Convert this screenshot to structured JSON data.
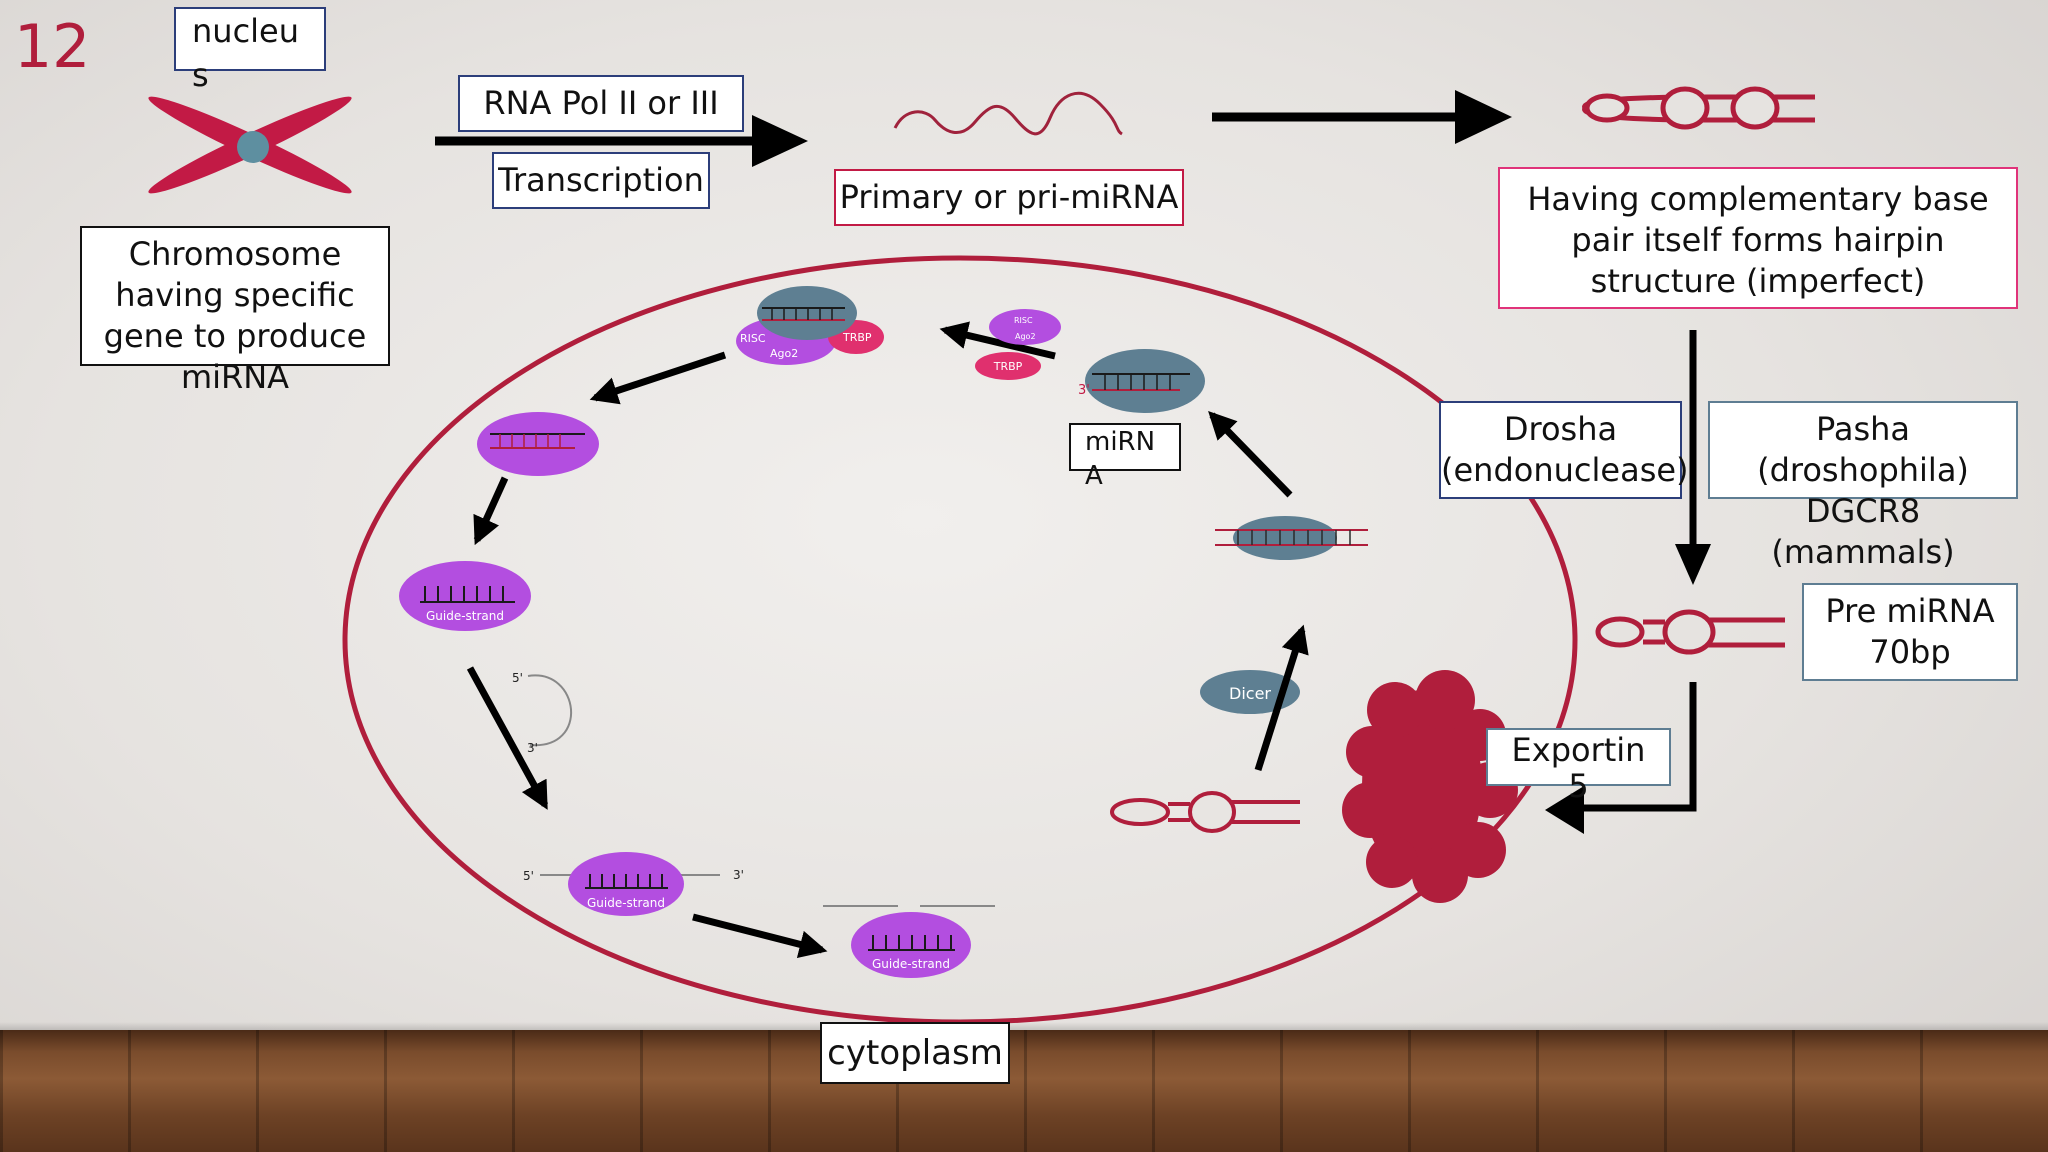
{
  "slide_number": "12",
  "labels": {
    "nucleus": "nucleu\ns",
    "chromosome": "Chromosome\nhaving specific\ngene to produce\nmiRNA",
    "rna_pol": "RNA Pol II or III",
    "transcription": "Transcription",
    "pri_mirna": "Primary or pri-miRNA",
    "hairpin": "Having complementary base\npair itself forms hairpin\nstructure (imperfect)",
    "drosha": "Drosha\n(endonuclease)",
    "pasha": "Pasha (droshophila)\nDGCR8 (mammals)",
    "pre_mirna": "Pre miRNA\n70bp",
    "exportin": "Exportin\n5",
    "mirna": "miRN\nA",
    "cytoplasm": "cytoplasm"
  },
  "diagram_text": {
    "dicer": "Dicer",
    "risc": "RISC",
    "ago2": "Ago2",
    "trbp": "TRBP",
    "guide_strand": "Guide-strand",
    "five_prime": "5'",
    "three_prime": "3'"
  },
  "colors": {
    "crimson": "#b01e3c",
    "teal": "#5e7f92",
    "purple": "#b34ee0",
    "pink": "#e0306e",
    "arrow": "#000000"
  }
}
